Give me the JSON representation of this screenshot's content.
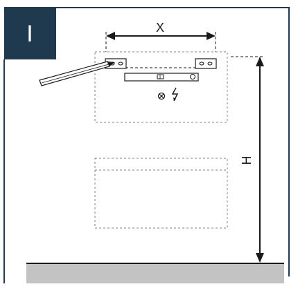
{
  "step": {
    "number": "I",
    "badge_color": "#1f3a4f"
  },
  "dimensions": {
    "width_label": "X",
    "height_label": "H"
  },
  "colors": {
    "frame": "#1f3a4f",
    "outline_dashed": "#9a9a9a",
    "ink": "#1a1a1a",
    "floor": "#c3c3c3"
  }
}
